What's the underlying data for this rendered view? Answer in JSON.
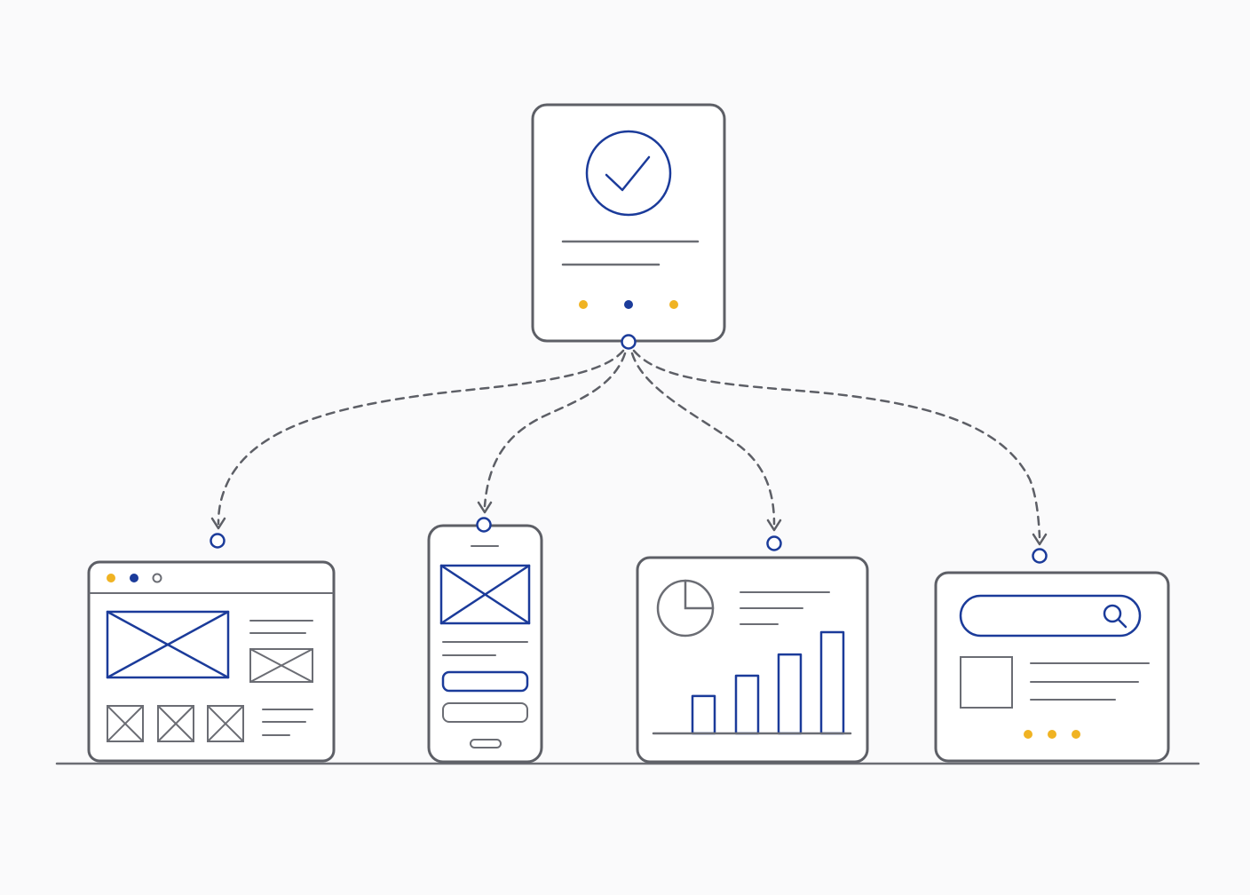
{
  "colors": {
    "background": "#fafafb",
    "outline": "#5d5f66",
    "accent_blue": "#1b3b9a",
    "accent_yellow": "#f0b323"
  },
  "diagram": {
    "source": {
      "icon": "check-circle-icon",
      "dots": [
        "yellow",
        "blue",
        "yellow"
      ]
    },
    "targets": [
      {
        "type": "desktop-browser",
        "icon": "image-placeholder-icon",
        "window_dots": [
          "yellow",
          "blue",
          "empty"
        ]
      },
      {
        "type": "mobile-phone",
        "icon": "image-placeholder-icon"
      },
      {
        "type": "dashboard",
        "icons": [
          "pie-chart-icon",
          "bar-chart-icon"
        ],
        "bar_levels": [
          0.37,
          0.57,
          0.78,
          1.0
        ]
      },
      {
        "type": "search-page",
        "icons": [
          "search-icon",
          "image-placeholder-icon"
        ],
        "dots": [
          "yellow",
          "yellow",
          "yellow"
        ]
      }
    ]
  }
}
